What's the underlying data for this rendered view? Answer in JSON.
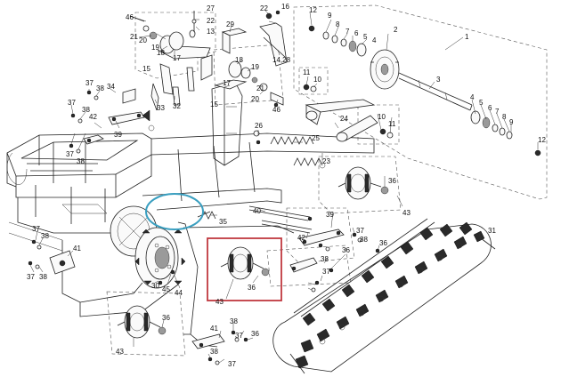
{
  "diagram": {
    "highlights": {
      "circle_color": "#3a9fc0",
      "box_color": "#c0383f"
    },
    "callouts": [
      {
        "id": "c46a",
        "text": "46"
      },
      {
        "id": "c21a",
        "text": "21"
      },
      {
        "id": "c20a",
        "text": "20"
      },
      {
        "id": "c19a",
        "text": "19"
      },
      {
        "id": "c18a",
        "text": "18"
      },
      {
        "id": "c17a",
        "text": "17"
      },
      {
        "id": "c15a",
        "text": "15"
      },
      {
        "id": "c27",
        "text": "27"
      },
      {
        "id": "c22a",
        "text": "22"
      },
      {
        "id": "c13",
        "text": "13"
      },
      {
        "id": "c29",
        "text": "29"
      },
      {
        "id": "c22b",
        "text": "22"
      },
      {
        "id": "c16",
        "text": "16"
      },
      {
        "id": "c1428",
        "text": "14,28"
      },
      {
        "id": "c12a",
        "text": "12"
      },
      {
        "id": "c9a",
        "text": "9"
      },
      {
        "id": "c8a",
        "text": "8"
      },
      {
        "id": "c7a",
        "text": "7"
      },
      {
        "id": "c6a",
        "text": "6"
      },
      {
        "id": "c5a",
        "text": "5"
      },
      {
        "id": "c4a",
        "text": "4"
      },
      {
        "id": "c2",
        "text": "2"
      },
      {
        "id": "c1",
        "text": "1"
      },
      {
        "id": "c18b",
        "text": "18"
      },
      {
        "id": "c19b",
        "text": "19"
      },
      {
        "id": "c17b",
        "text": "17"
      },
      {
        "id": "c21b",
        "text": "21"
      },
      {
        "id": "c20b",
        "text": "20"
      },
      {
        "id": "c15b",
        "text": "15"
      },
      {
        "id": "c46b",
        "text": "46"
      },
      {
        "id": "c11a",
        "text": "11"
      },
      {
        "id": "c10a",
        "text": "10"
      },
      {
        "id": "c3",
        "text": "3"
      },
      {
        "id": "c37a",
        "text": "37"
      },
      {
        "id": "c38a",
        "text": "38"
      },
      {
        "id": "c34",
        "text": "34"
      },
      {
        "id": "c33",
        "text": "33"
      },
      {
        "id": "c32",
        "text": "32"
      },
      {
        "id": "c37b",
        "text": "37"
      },
      {
        "id": "c38b",
        "text": "38"
      },
      {
        "id": "c42a",
        "text": "42"
      },
      {
        "id": "c39a",
        "text": "39"
      },
      {
        "id": "c37c",
        "text": "37"
      },
      {
        "id": "c38c",
        "text": "38"
      },
      {
        "id": "c26",
        "text": "26"
      },
      {
        "id": "c24",
        "text": "24"
      },
      {
        "id": "c25",
        "text": "25"
      },
      {
        "id": "c23",
        "text": "23"
      },
      {
        "id": "c10b",
        "text": "10"
      },
      {
        "id": "c11b",
        "text": "11"
      },
      {
        "id": "c4b",
        "text": "4"
      },
      {
        "id": "c5b",
        "text": "5"
      },
      {
        "id": "c6b",
        "text": "6"
      },
      {
        "id": "c7b",
        "text": "7"
      },
      {
        "id": "c8b",
        "text": "8"
      },
      {
        "id": "c9b",
        "text": "9"
      },
      {
        "id": "c12b",
        "text": "12"
      },
      {
        "id": "c36a",
        "text": "36"
      },
      {
        "id": "c43a",
        "text": "43"
      },
      {
        "id": "c40",
        "text": "40"
      },
      {
        "id": "c35",
        "text": "35"
      },
      {
        "id": "c39b",
        "text": "39"
      },
      {
        "id": "c42b",
        "text": "42"
      },
      {
        "id": "c37d",
        "text": "37"
      },
      {
        "id": "c38d",
        "text": "38"
      },
      {
        "id": "c36b",
        "text": "36"
      },
      {
        "id": "c31",
        "text": "31"
      },
      {
        "id": "c37e",
        "text": "37"
      },
      {
        "id": "c38e",
        "text": "38"
      },
      {
        "id": "c41a",
        "text": "41"
      },
      {
        "id": "c37f",
        "text": "37"
      },
      {
        "id": "c38f",
        "text": "38"
      },
      {
        "id": "c30",
        "text": "30"
      },
      {
        "id": "c45",
        "text": "45"
      },
      {
        "id": "c44",
        "text": "44"
      },
      {
        "id": "c43b",
        "text": "43"
      },
      {
        "id": "c36c",
        "text": "36"
      },
      {
        "id": "c38g",
        "text": "38"
      },
      {
        "id": "c37g",
        "text": "37"
      },
      {
        "id": "c36d",
        "text": "36"
      },
      {
        "id": "c43c",
        "text": "43"
      },
      {
        "id": "c36e",
        "text": "36"
      },
      {
        "id": "c41b",
        "text": "41"
      },
      {
        "id": "c38h",
        "text": "38"
      },
      {
        "id": "c37h",
        "text": "37"
      },
      {
        "id": "c36f",
        "text": "36"
      },
      {
        "id": "c38i",
        "text": "38"
      },
      {
        "id": "c37i",
        "text": "37"
      }
    ]
  }
}
